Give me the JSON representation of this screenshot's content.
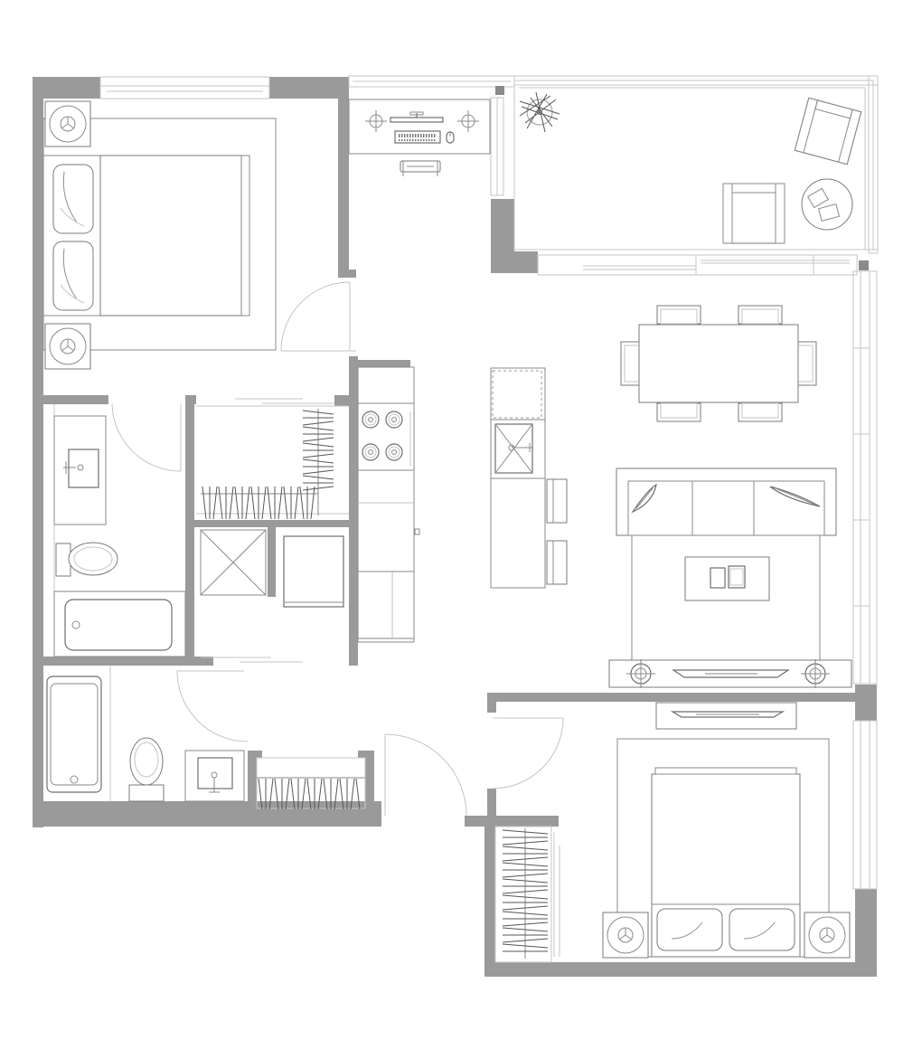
{
  "plan": {
    "wall_color": "#9a9a9a",
    "line_color": "#7a7a7a",
    "rooms": [
      "bedroom-1",
      "office-nook",
      "balcony",
      "bathroom-1",
      "walk-in-closet",
      "laundry",
      "kitchen",
      "dining",
      "living",
      "bathroom-2",
      "hall-closet",
      "bedroom-2",
      "bedroom-2-closet"
    ],
    "icons": [
      "wall",
      "window",
      "door-swing",
      "bed",
      "nightstand-lamp",
      "pillow",
      "desk",
      "monitor",
      "keyboard",
      "mouse",
      "office-chair",
      "plant",
      "armchair",
      "side-table",
      "dining-table",
      "dining-chair",
      "stove",
      "kitchen-sink",
      "bar-stool",
      "sofa",
      "coffee-table",
      "tv-console",
      "television",
      "bathroom-sink",
      "toilet",
      "bathtub",
      "shower",
      "washer",
      "closet-hangers"
    ]
  }
}
